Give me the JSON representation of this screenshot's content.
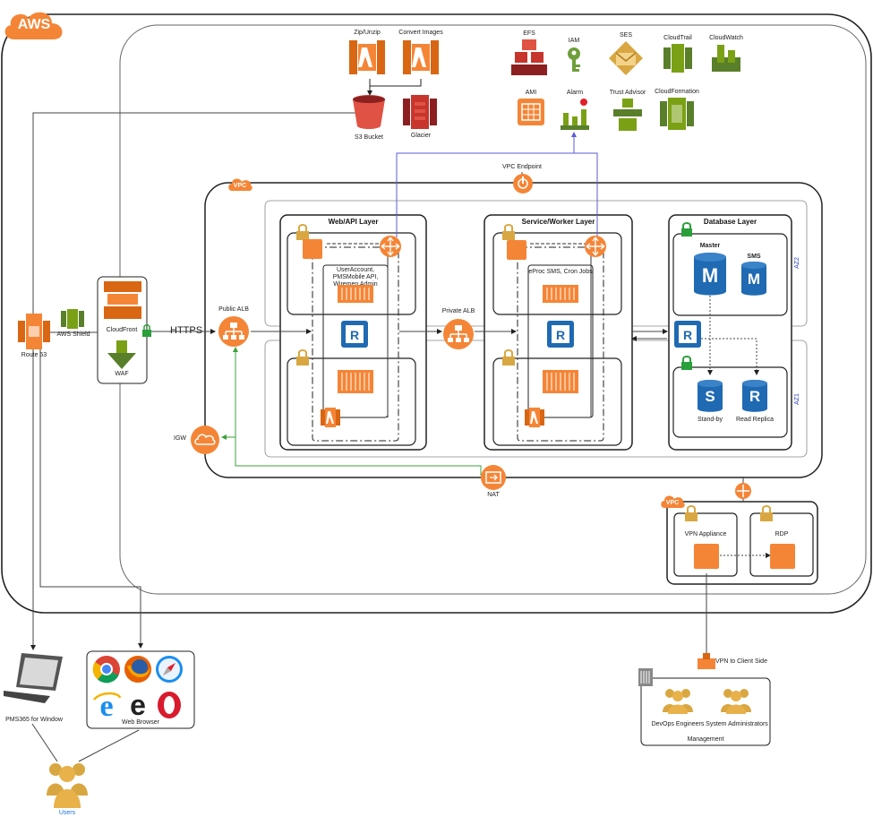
{
  "diagram": {
    "cloud_badge": "AWS",
    "services": {
      "zip_unzip": "Zip/Unzip",
      "convert_images": "Convert Images",
      "s3_bucket": "S3 Bucket",
      "glacier": "Glacier",
      "efs": "EFS",
      "iam": "IAM",
      "ses": "SES",
      "cloudtrail": "CloudTrail",
      "cloudwatch": "CloudWatch",
      "ami": "AMI",
      "alarm": "Alarm",
      "trust_advisor": "Trust Advisor",
      "cloudformation": "CloudFormation"
    },
    "edge": {
      "route53": "Route 53",
      "aws_shield": "AWS Shield",
      "cloudfront": "CloudFront",
      "waf": "WAF",
      "https": "HTTPS"
    },
    "vpc": {
      "badge": "VPC",
      "vpc_endpoint": "VPC Endpoint",
      "public_alb": "Public ALB",
      "private_alb": "Private ALB",
      "igw": "IGW",
      "nat": "NAT",
      "az2": "AZ2",
      "az1": "AZ1"
    },
    "web_layer": {
      "title": "Web/API Layer",
      "group_label": "UserAccount, PMSMobile API, Wiremen Admin"
    },
    "service_layer": {
      "title": "Service/Worker Layer",
      "group_label": "eProc SMS, Cron Jobs"
    },
    "db_layer": {
      "title": "Database Layer",
      "master": "Master",
      "sms": "SMS",
      "standby": "Stand-by",
      "read_replica": "Read Replica",
      "m_letter": "M",
      "s_letter": "S",
      "r_letter": "R"
    },
    "vpn_vpc": {
      "badge": "VPC",
      "vpn_appliance": "VPN Appliance",
      "rdp": "RDP",
      "vpn_to_client": "VPN to Client Side"
    },
    "management": {
      "devops": "DevOps Engineers",
      "sysadmins": "System Administrators",
      "title": "Management"
    },
    "clients": {
      "pms365": "PMS365 for Window",
      "web_browser": "Web Browser",
      "users": "Users"
    }
  },
  "colors": {
    "orange": "#f58536",
    "dark_orange": "#d86613",
    "red": "#c7352c",
    "green": "#6f9e3b",
    "olive": "#7aa116",
    "gold": "#d9a741",
    "blue": "#1f6ab3",
    "line_blue": "#5b5bd6",
    "line_green": "#3aa13a"
  }
}
